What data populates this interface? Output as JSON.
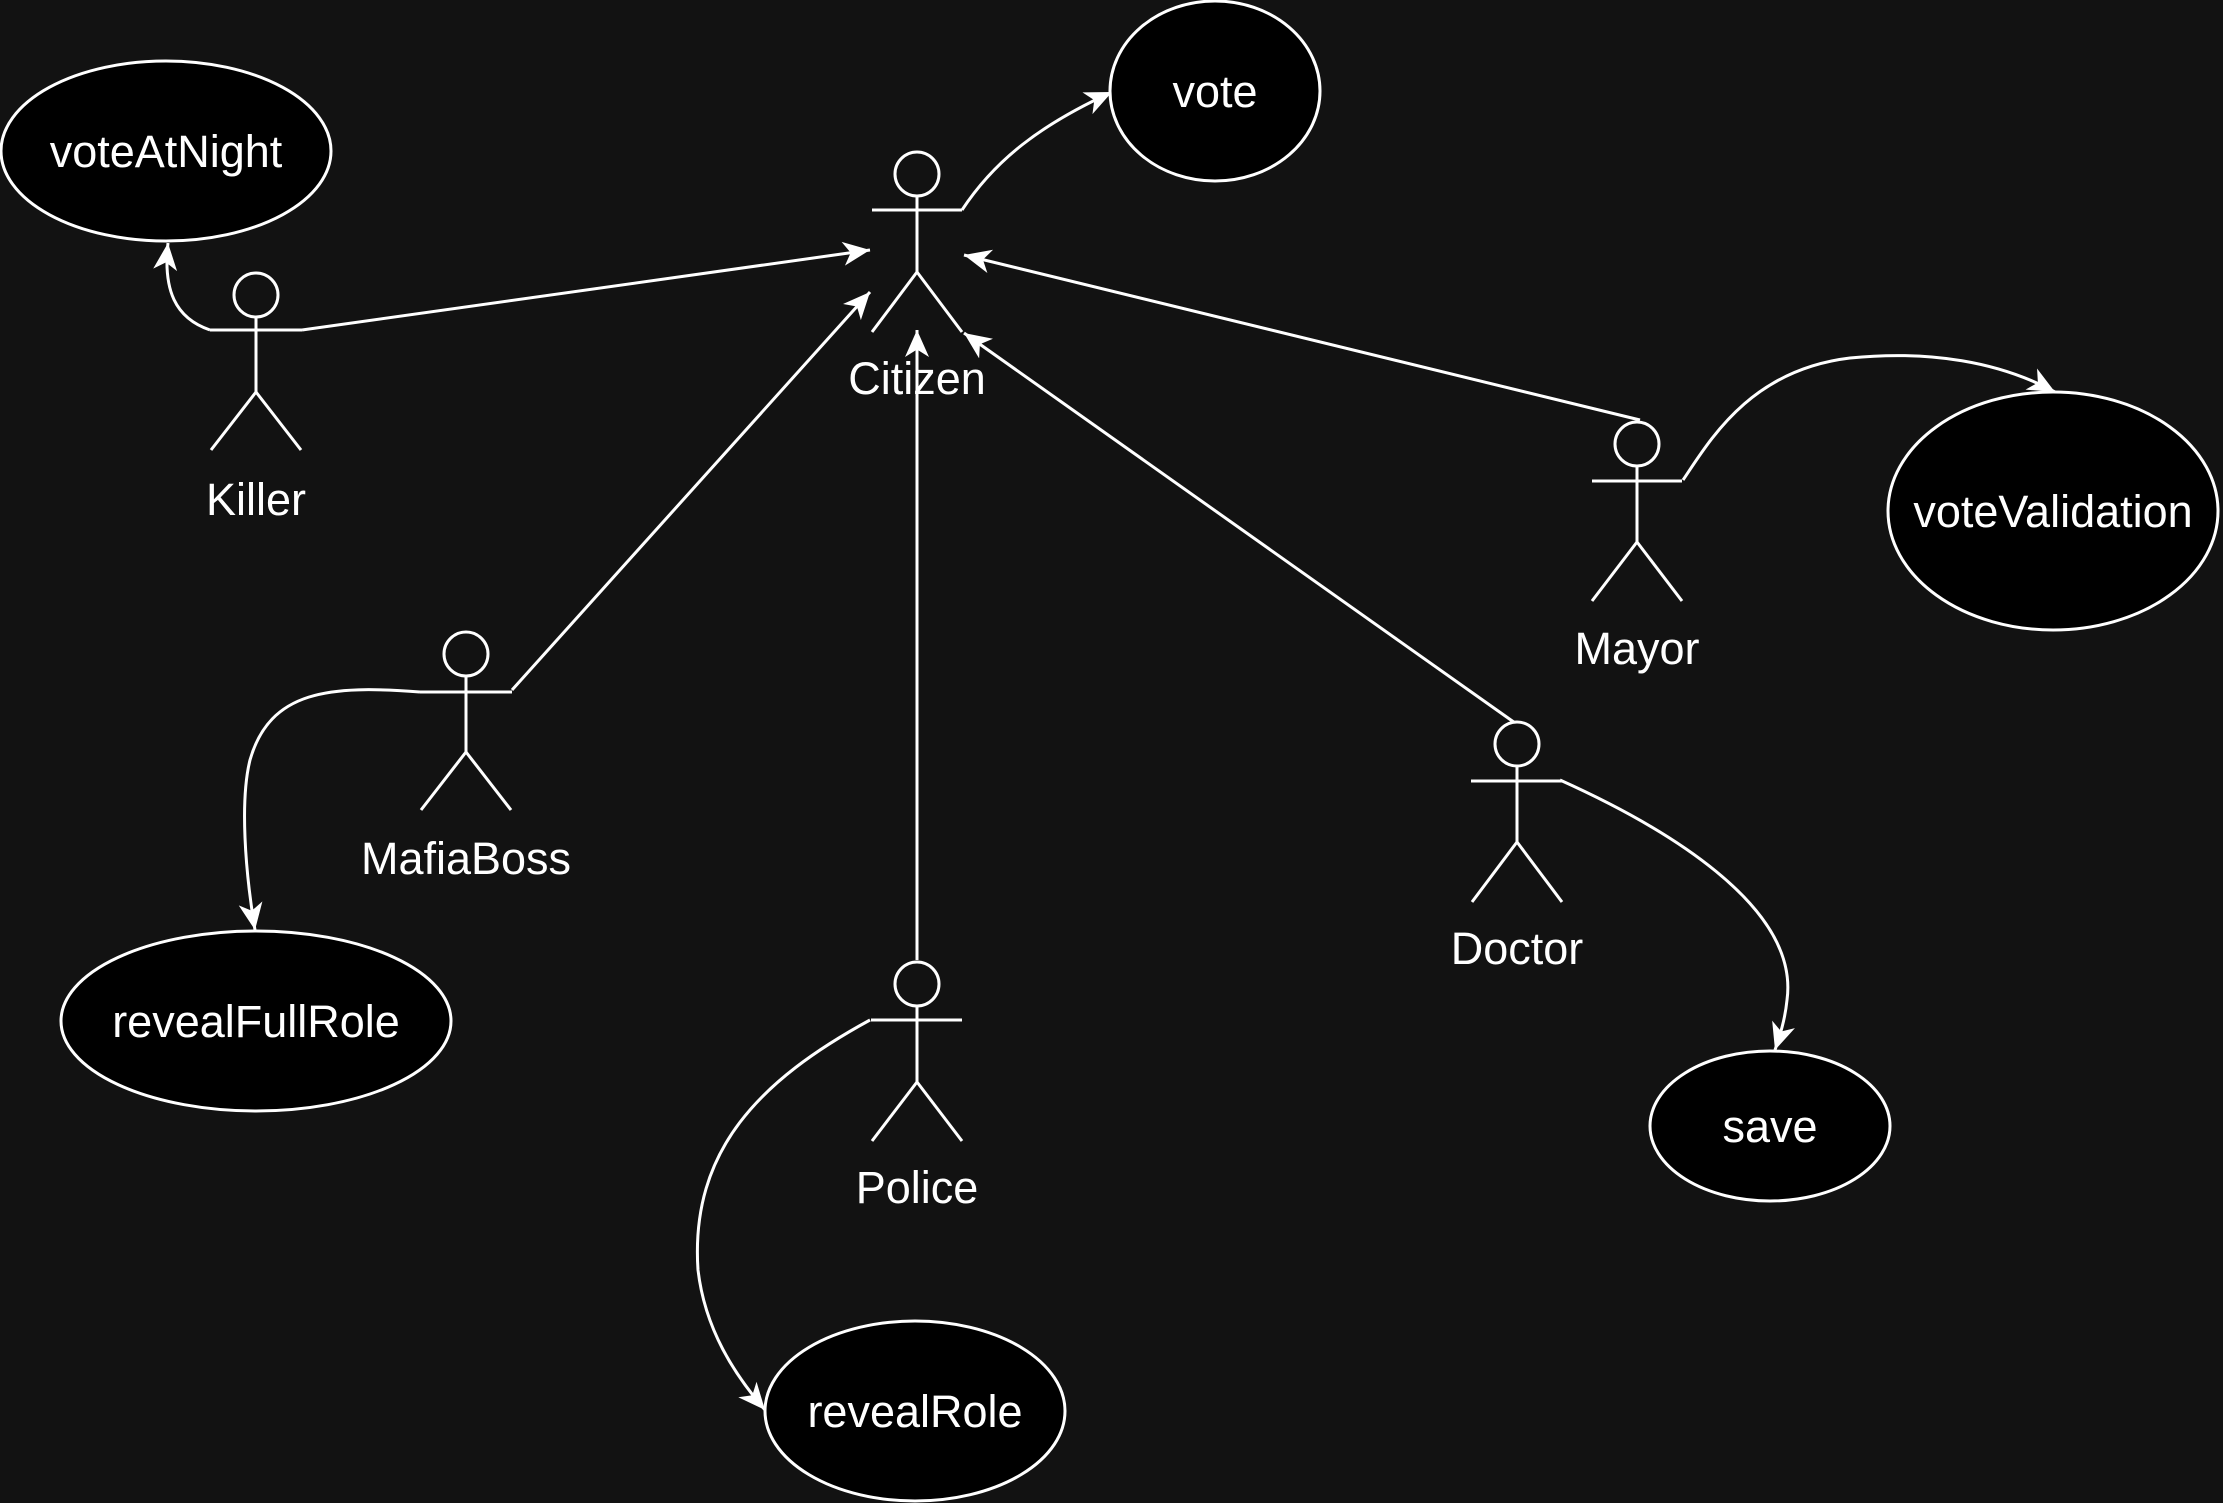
{
  "diagram": {
    "colors": {
      "background": "#121212",
      "line": "#ffffff",
      "usecase_fill": "#000000",
      "text": "#ffffff"
    },
    "actors": {
      "citizen": "Citizen",
      "killer": "Killer",
      "mafiaboss": "MafiaBoss",
      "police": "Police",
      "doctor": "Doctor",
      "mayor": "Mayor"
    },
    "usecases": {
      "vote": "vote",
      "voteatnight": "voteAtNight",
      "votevalidation": "voteValidation",
      "revealfullrole": "revealFullRole",
      "revealrole": "revealRole",
      "save": "save"
    },
    "relations": {
      "generalization": [
        [
          "Killer",
          "Citizen"
        ],
        [
          "MafiaBoss",
          "Citizen"
        ],
        [
          "Police",
          "Citizen"
        ],
        [
          "Doctor",
          "Citizen"
        ],
        [
          "Mayor",
          "Citizen"
        ]
      ],
      "association": [
        [
          "Citizen",
          "vote"
        ],
        [
          "Killer",
          "voteAtNight"
        ],
        [
          "MafiaBoss",
          "revealFullRole"
        ],
        [
          "Police",
          "revealRole"
        ],
        [
          "Doctor",
          "save"
        ],
        [
          "Mayor",
          "voteValidation"
        ]
      ]
    }
  }
}
